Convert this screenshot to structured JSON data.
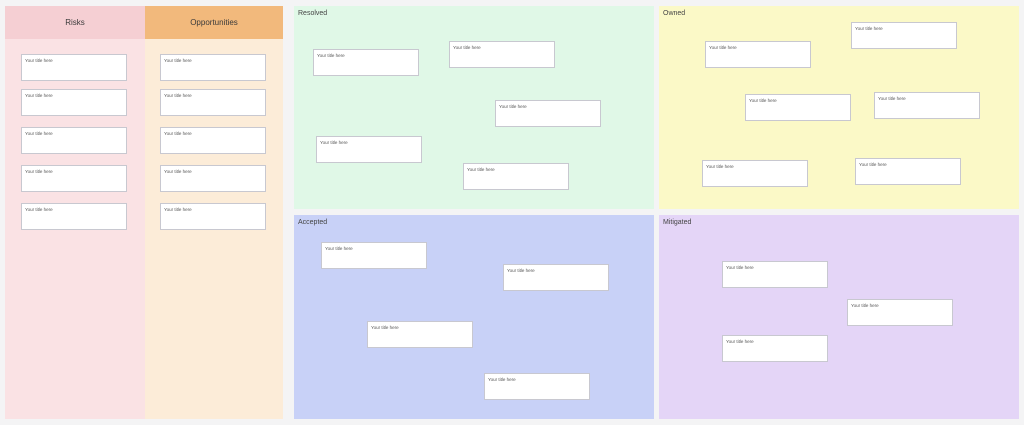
{
  "columns": {
    "risks": {
      "title": "Risks",
      "header_color": "#f5cfd3",
      "body_color": "#fae2e4"
    },
    "opportunities": {
      "title": "Opportunities",
      "header_color": "#f2b97c",
      "body_color": "#fcecd8"
    }
  },
  "zones": {
    "resolved": {
      "label": "Resolved",
      "color": "#e0f8e7"
    },
    "owned": {
      "label": "Owned",
      "color": "#fbf9c7"
    },
    "accepted": {
      "label": "Accepted",
      "color": "#c8d1f7"
    },
    "mitigated": {
      "label": "Mitigated",
      "color": "#e4d5f7"
    }
  },
  "card_title": "Your title here"
}
